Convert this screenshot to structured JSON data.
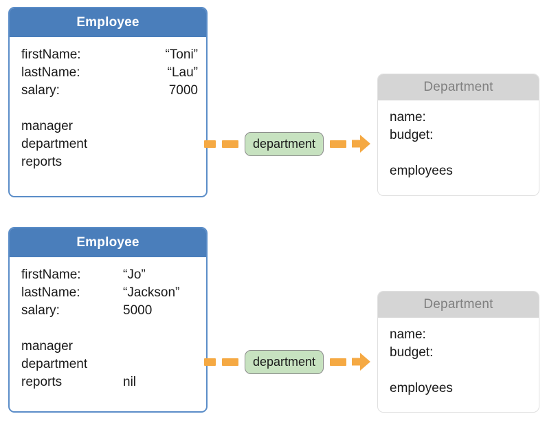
{
  "diagram": {
    "title": "Employee-Department object relationship diagram",
    "colors": {
      "employee_header": "#4a7ebb",
      "employee_border": "#5b8dc8",
      "department_header": "#d5d5d5",
      "department_header_text": "#808080",
      "department_border": "#e0e0e0",
      "connector_orange": "#f5a943",
      "relationship_pill": "#c7e2c0",
      "relationship_pill_border": "#8a8a8a",
      "text": "#1a1a1a"
    },
    "objects": [
      {
        "id": "employee-1",
        "type": "Employee",
        "title": "Employee",
        "value_alignment": "right",
        "attributes": [
          {
            "name": "firstName:",
            "value": "“Toni”"
          },
          {
            "name": "lastName:",
            "value": "“Lau”"
          },
          {
            "name": "salary:",
            "value": "7000"
          }
        ],
        "relations": [
          {
            "name": "manager",
            "value": ""
          },
          {
            "name": "department",
            "value": ""
          },
          {
            "name": "reports",
            "value": ""
          }
        ]
      },
      {
        "id": "department-1",
        "type": "Department",
        "title": "Department",
        "value_alignment": "left",
        "attributes": [
          {
            "name": "name:",
            "value": ""
          },
          {
            "name": "budget:",
            "value": ""
          }
        ],
        "relations": [
          {
            "name": "employees",
            "value": ""
          }
        ]
      },
      {
        "id": "employee-2",
        "type": "Employee",
        "title": "Employee",
        "value_alignment": "left",
        "attributes": [
          {
            "name": "firstName:",
            "value": "“Jo”"
          },
          {
            "name": "lastName:",
            "value": "“Jackson”"
          },
          {
            "name": "salary:",
            "value": "5000"
          }
        ],
        "relations": [
          {
            "name": "manager",
            "value": ""
          },
          {
            "name": "department",
            "value": ""
          },
          {
            "name": "reports",
            "value": "nil"
          }
        ]
      },
      {
        "id": "department-2",
        "type": "Department",
        "title": "Department",
        "value_alignment": "left",
        "attributes": [
          {
            "name": "name:",
            "value": ""
          },
          {
            "name": "budget:",
            "value": ""
          }
        ],
        "relations": [
          {
            "name": "employees",
            "value": ""
          }
        ]
      }
    ],
    "connectors": [
      {
        "id": "rel-1",
        "label": "department",
        "from": "employee-1",
        "to": "department-1"
      },
      {
        "id": "rel-2",
        "label": "department",
        "from": "employee-2",
        "to": "department-2"
      }
    ]
  }
}
